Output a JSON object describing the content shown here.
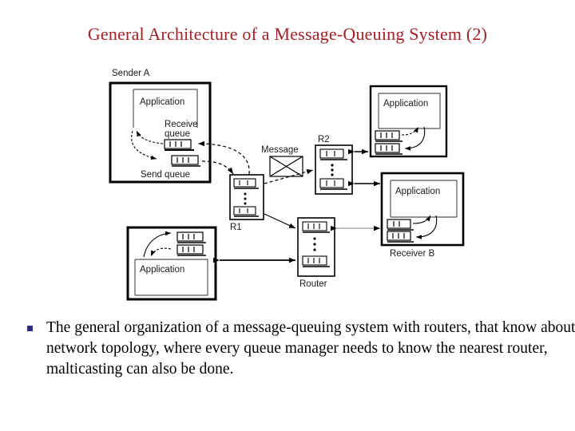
{
  "slide": {
    "title": "General Architecture of a Message-Queuing System (2)",
    "title_color": "#A32028",
    "background_color": "#FFFFFF"
  },
  "bullets": [
    {
      "marker": "square-bullet",
      "marker_color": "#2C2C82",
      "text": "The general organization of a message-queuing system with routers, that know about network topology, where every queue manager needs to know the nearest router, malticasting can also be done."
    }
  ],
  "diagram": {
    "name": "message-queuing-architecture-diagram",
    "line_color": "#000000",
    "labels": {
      "sender_a": "Sender A",
      "receiver_b": "Receiver B",
      "router": "Router",
      "r1": "R1",
      "r2": "R2",
      "message": "Message",
      "receive_queue": "Receive queue",
      "receive_queue_line1": "Receive",
      "receive_queue_line2": "queue",
      "send_queue": "Send queue",
      "application": "Application"
    },
    "nodes": [
      {
        "id": "sender-a",
        "label": "Sender A",
        "type": "host",
        "contains": [
          "Application",
          "Receive queue",
          "Send queue"
        ]
      },
      {
        "id": "app-bottom-left",
        "label": "Application",
        "type": "host",
        "contains": [
          "Application",
          "queue",
          "queue"
        ]
      },
      {
        "id": "r1",
        "label": "R1",
        "type": "router-queue-manager"
      },
      {
        "id": "r2",
        "label": "R2",
        "type": "router-queue-manager"
      },
      {
        "id": "router",
        "label": "Router",
        "type": "router-queue-manager"
      },
      {
        "id": "app-top-right",
        "label": "Application",
        "type": "host"
      },
      {
        "id": "receiver-b",
        "label": "Receiver B",
        "type": "host",
        "contains": [
          "Application",
          "queue",
          "queue"
        ]
      },
      {
        "id": "message",
        "label": "Message",
        "type": "envelope"
      }
    ],
    "edges": [
      {
        "from": "sender-a",
        "to": "r1",
        "style": "dashed"
      },
      {
        "from": "r1",
        "to": "sender-a",
        "style": "dashed"
      },
      {
        "from": "r1",
        "to": "r2",
        "style": "dashed"
      },
      {
        "from": "r1",
        "to": "router",
        "style": "solid"
      },
      {
        "from": "r2",
        "to": "app-top-right",
        "style": "solid-double"
      },
      {
        "from": "r2",
        "to": "receiver-b",
        "style": "solid-double"
      },
      {
        "from": "router",
        "to": "receiver-b",
        "style": "solid-double"
      },
      {
        "from": "router",
        "to": "app-bottom-left",
        "style": "solid-double"
      }
    ]
  }
}
